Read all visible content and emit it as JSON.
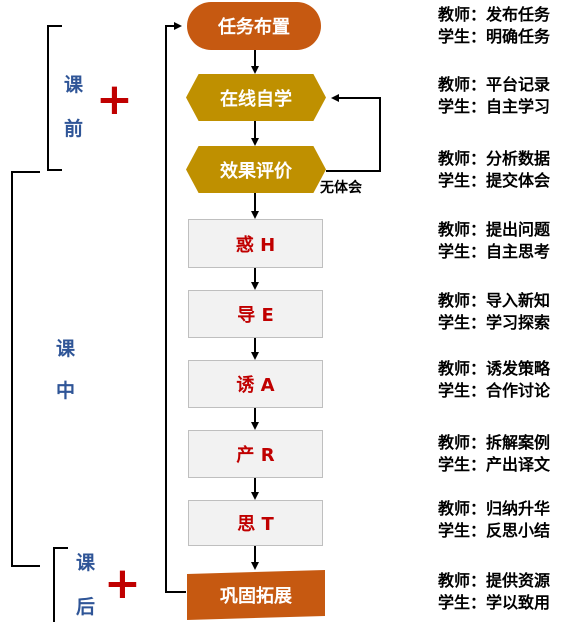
{
  "stages": {
    "pre": [
      "课",
      "前"
    ],
    "in": [
      "课",
      "中"
    ],
    "post": [
      "课",
      "后"
    ]
  },
  "plus_sign": "+",
  "steps": [
    {
      "label": "任务布置",
      "teacher": "发布任务",
      "student": "明确任务"
    },
    {
      "label": "在线自学",
      "teacher": "平台记录",
      "student": "自主学习"
    },
    {
      "label": "效果评价",
      "teacher": "分析数据",
      "student": "提交体会"
    },
    {
      "label": "惑 H",
      "teacher": "提出问题",
      "student": "自主思考"
    },
    {
      "label": "导 E",
      "teacher": "导入新知",
      "student": "学习探索"
    },
    {
      "label": "诱 A",
      "teacher": "诱发策略",
      "student": "合作讨论"
    },
    {
      "label": "产 R",
      "teacher": "拆解案例",
      "student": "产出译文"
    },
    {
      "label": "思 T",
      "teacher": "归纳升华",
      "student": "反思小结"
    },
    {
      "label": "巩固拓展",
      "teacher": "提供资源",
      "student": "学以致用"
    }
  ],
  "roles": {
    "teacher": "教师：",
    "student": "学生："
  },
  "loop_label": "无体会",
  "colors": {
    "orange": "#c65911",
    "gold": "#bf9000",
    "red": "#c00000",
    "blue": "#2f5597"
  }
}
